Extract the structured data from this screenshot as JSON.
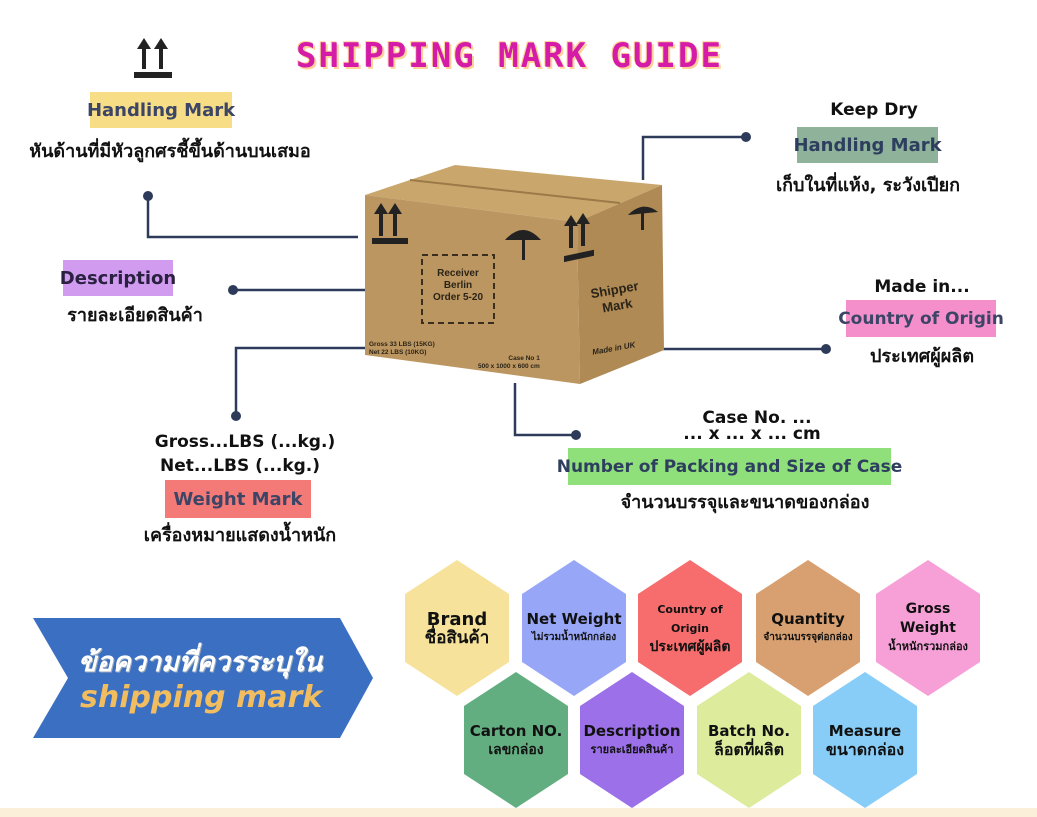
{
  "title": "SHIPPING MARK GUIDE",
  "handling_up": {
    "label": "Handling Mark",
    "thai": "หันด้านที่มีหัวลูกศรชี้ขึ้นด้านบนเสมอ",
    "icon": "this-way-up-icon"
  },
  "description": {
    "label": "Description",
    "thai": "รายละเอียดสินค้า"
  },
  "weight": {
    "gross": "Gross...LBS (...kg.)",
    "net": "Net...LBS (...kg.)",
    "label": "Weight Mark",
    "thai": "เครื่องหมายแสดงน้ำหนัก"
  },
  "keep_dry": {
    "en": "Keep Dry",
    "label": "Handling Mark",
    "thai": "เก็บในที่แห้ง, ระวังเปียก"
  },
  "origin": {
    "en": "Made in...",
    "label": "Country of Origin",
    "thai": "ประเทศผู้ผลิต"
  },
  "packing": {
    "case": "Case No.  ...",
    "size": "... x ... x ... cm",
    "label": "Number of Packing and Size of Case",
    "thai": "จำนวนบรรจุและขนาดของกล่อง"
  },
  "box": {
    "receiver": "Receiver",
    "city": "Berlin",
    "order": "Order 5-20",
    "shipper": "Shipper",
    "mark": "Mark",
    "made_in": "Made in UK",
    "gross": "Gross 33 LBS (15KG)",
    "net": "Net   22 LBS (10KG)",
    "case_no": "Case No 1",
    "dims": "500 x 1000 x 600 cm"
  },
  "banner": {
    "thai": "ข้อความที่ควรระบุใน",
    "en": "shipping mark"
  },
  "hexagons": [
    {
      "en": "Brand",
      "th": "ชื่อสินค้า",
      "color": "#f6e29a"
    },
    {
      "en": "Net Weight",
      "th": "ไม่รวมน้ำหนักกล่อง",
      "color": "#97a6f7"
    },
    {
      "en": "Country of Origin",
      "th": "ประเทศผู้ผลิต",
      "color": "#f76c6c"
    },
    {
      "en": "Quantity",
      "th": "จำนวนบรรจุต่อกล่อง",
      "color": "#d8a070"
    },
    {
      "en": "Gross Weight",
      "th": "น้ำหนักรวมกล่อง",
      "color": "#f7a0d8"
    },
    {
      "en": "Carton NO.",
      "th": "เลขกล่อง",
      "color": "#62ae80"
    },
    {
      "en": "Description",
      "th": "รายละเอียดสินค้า",
      "color": "#9c70e8"
    },
    {
      "en": "Batch No.",
      "th": "ล็อตที่ผลิต",
      "color": "#ddeb9c"
    },
    {
      "en": "Measure",
      "th": "ขนาดกล่อง",
      "color": "#88cdf7"
    }
  ]
}
